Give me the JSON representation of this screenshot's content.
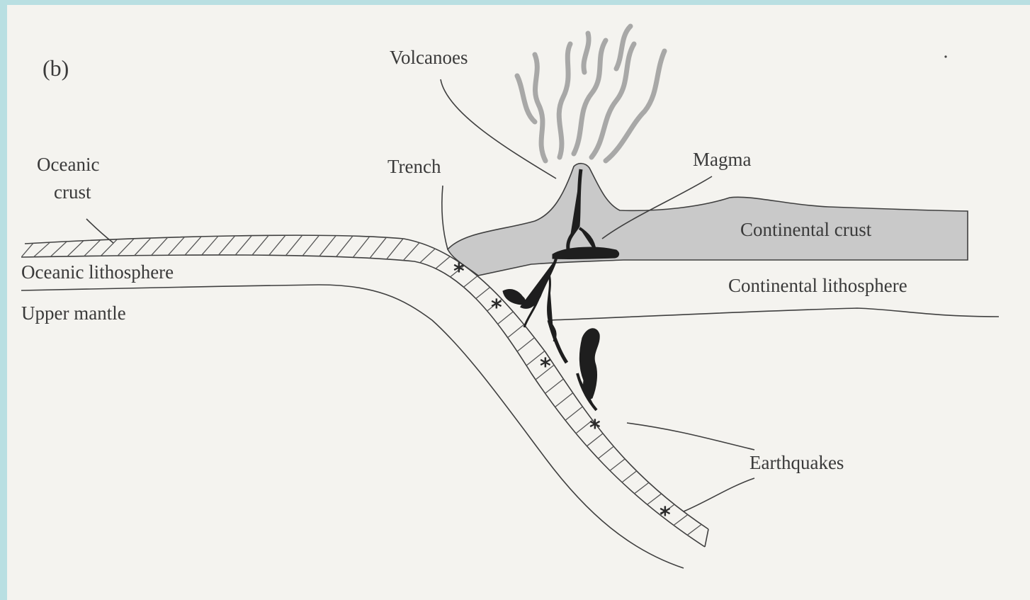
{
  "panel_label": "(b)",
  "labels": {
    "volcanoes": "Volcanoes",
    "oceanic_crust_line1": "Oceanic",
    "oceanic_crust_line2": "crust",
    "trench": "Trench",
    "magma": "Magma",
    "continental_crust": "Continental crust",
    "oceanic_lithosphere": "Oceanic lithosphere",
    "continental_lithosphere": "Continental lithosphere",
    "upper_mantle": "Upper mantle",
    "earthquakes": "Earthquakes"
  },
  "colors": {
    "background": "#f4f3ef",
    "border": "#b9dfe2",
    "continental_crust_fill": "#c9c9c9",
    "magma": "#1e1e1e",
    "smoke": "#9a9a9a"
  }
}
